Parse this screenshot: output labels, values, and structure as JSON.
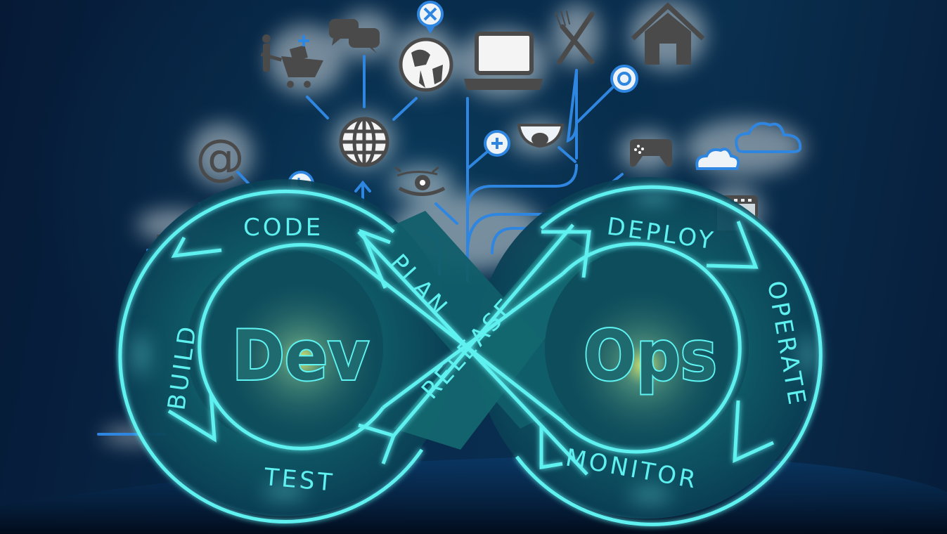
{
  "diagram": {
    "title_left": "Dev",
    "title_right": "Ops",
    "stages_dev_loop": [
      "CODE",
      "BUILD",
      "TEST",
      "PLAN"
    ],
    "stages_ops_loop": [
      "DEPLOY",
      "OPERATE",
      "MONITOR",
      "RELEASE"
    ],
    "stage_labels": {
      "code": "CODE",
      "build": "BUILD",
      "test": "TEST",
      "plan": "PLAN",
      "release": "RELEASE",
      "deploy": "DEPLOY",
      "operate": "OPERATE",
      "monitor": "MONITOR"
    },
    "icons": [
      "shopping-cart-icon",
      "chat-bubbles-icon",
      "map-pin-close-icon",
      "world-globe-icon",
      "laptop-icon",
      "fork-knife-icon",
      "home-icon",
      "target-icon",
      "internet-globe-icon",
      "at-sign-icon",
      "clock-icon",
      "signal-bars-icon",
      "eye-icon",
      "plus-circle-icon",
      "mouth-icon",
      "gamepad-icon",
      "cloud-icon",
      "film-strip-icon"
    ],
    "colors": {
      "background": "#061d3a",
      "neon_cyan": "#5ff0f0",
      "line_blue": "#2f86e0",
      "icon_gray": "#4a4a4a",
      "glow_yellow": "#e8f070"
    }
  }
}
